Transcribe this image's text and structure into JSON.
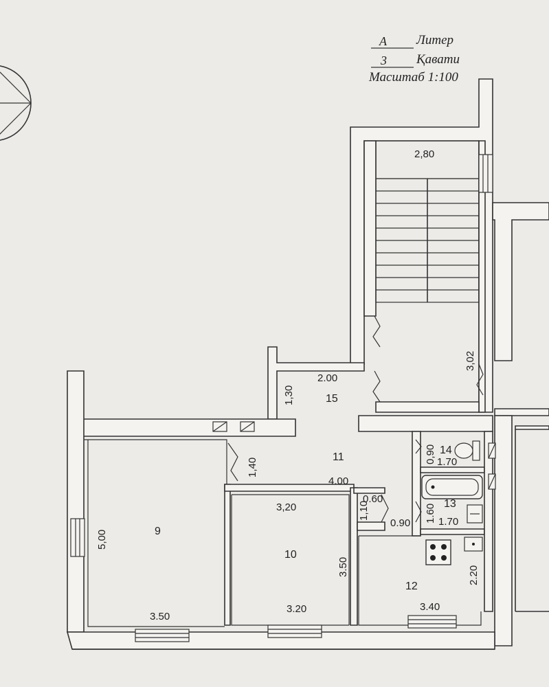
{
  "header": {
    "liter_value": "A",
    "liter_label": "Литер",
    "floor_value": "3",
    "floor_label": "Қавати",
    "scale_label": "Масштаб 1:100"
  },
  "dimensions": {
    "stair_width": "2,80",
    "stair_depth": "3,02",
    "hall_width": "2.00",
    "hall_depth": "1,30",
    "corridor_width": "4.00",
    "corridor_depth": "1,40",
    "room9_depth": "5,00",
    "room9_width": "3.50",
    "room10_top": "3,20",
    "room10_bottom": "3.20",
    "room10_depth": "3.50",
    "closet_depth": "1,10",
    "closet_width": "0.60",
    "wc_width": "0,90",
    "wc_length": "1.70",
    "bath_width": "1.60",
    "bath_length": "1.70",
    "kitchen_top": "0.90",
    "kitchen_width": "3.40",
    "kitchen_depth": "2.20"
  },
  "rooms": {
    "r9": "9",
    "r10": "10",
    "r11": "11",
    "r12": "12",
    "r13": "13",
    "r14": "14",
    "r15": "15"
  }
}
